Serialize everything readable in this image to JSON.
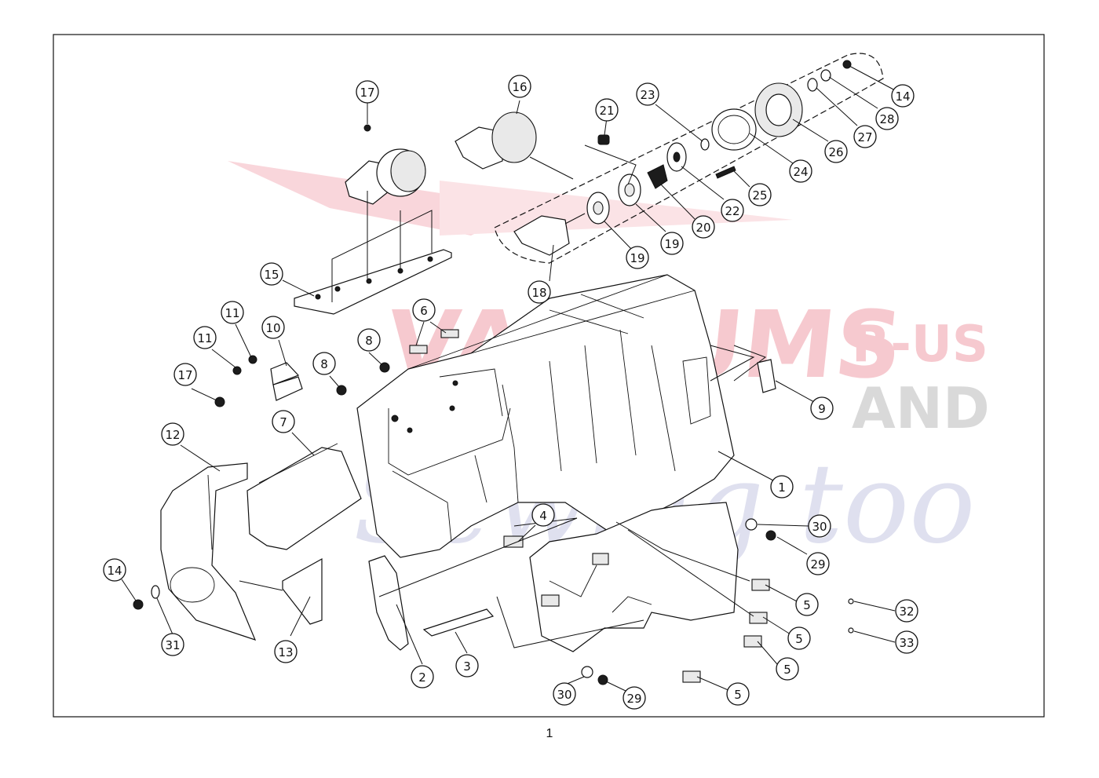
{
  "page_number": "1",
  "watermark": {
    "brand_line_1": "VACUUMS",
    "brand_line_2a": "R-US",
    "brand_line_2b": "AND",
    "brand_script": "Sewing too",
    "colors": {
      "red": "#f6c9cf",
      "grey": "#d9d9d9",
      "blue": "#dfe0ef"
    }
  },
  "callouts": [
    "1",
    "2",
    "3",
    "4",
    "5",
    "5",
    "5",
    "5",
    "6",
    "7",
    "8",
    "8",
    "9",
    "10",
    "11",
    "11",
    "12",
    "13",
    "14",
    "14",
    "15",
    "16",
    "17",
    "17",
    "18",
    "19",
    "19",
    "20",
    "21",
    "22",
    "23",
    "24",
    "25",
    "26",
    "27",
    "28",
    "29",
    "29",
    "30",
    "30",
    "31",
    "32",
    "33"
  ]
}
